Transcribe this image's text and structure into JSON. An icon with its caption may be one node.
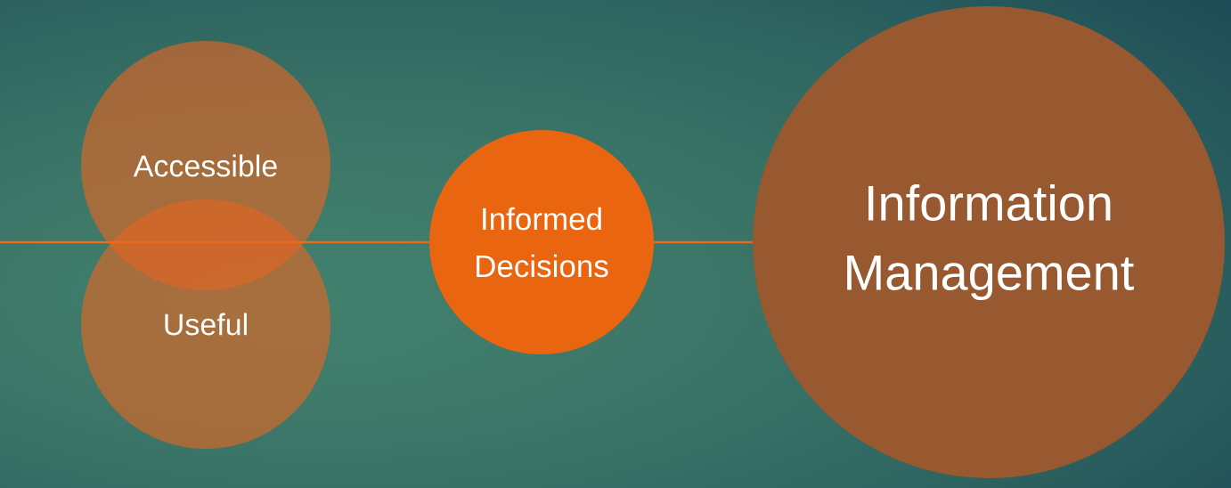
{
  "diagram": {
    "nodes": [
      {
        "text": [
          "Accessible"
        ]
      },
      {
        "text": [
          "Useful"
        ]
      },
      {
        "text": [
          "Informed Decisions"
        ]
      },
      {
        "text": [
          "Information Management"
        ]
      }
    ],
    "edges": [
      {
        "from": null,
        "to": 2,
        "arrow": "none"
      },
      {
        "from": 2,
        "to": 3,
        "arrow": "none"
      }
    ]
  }
}
